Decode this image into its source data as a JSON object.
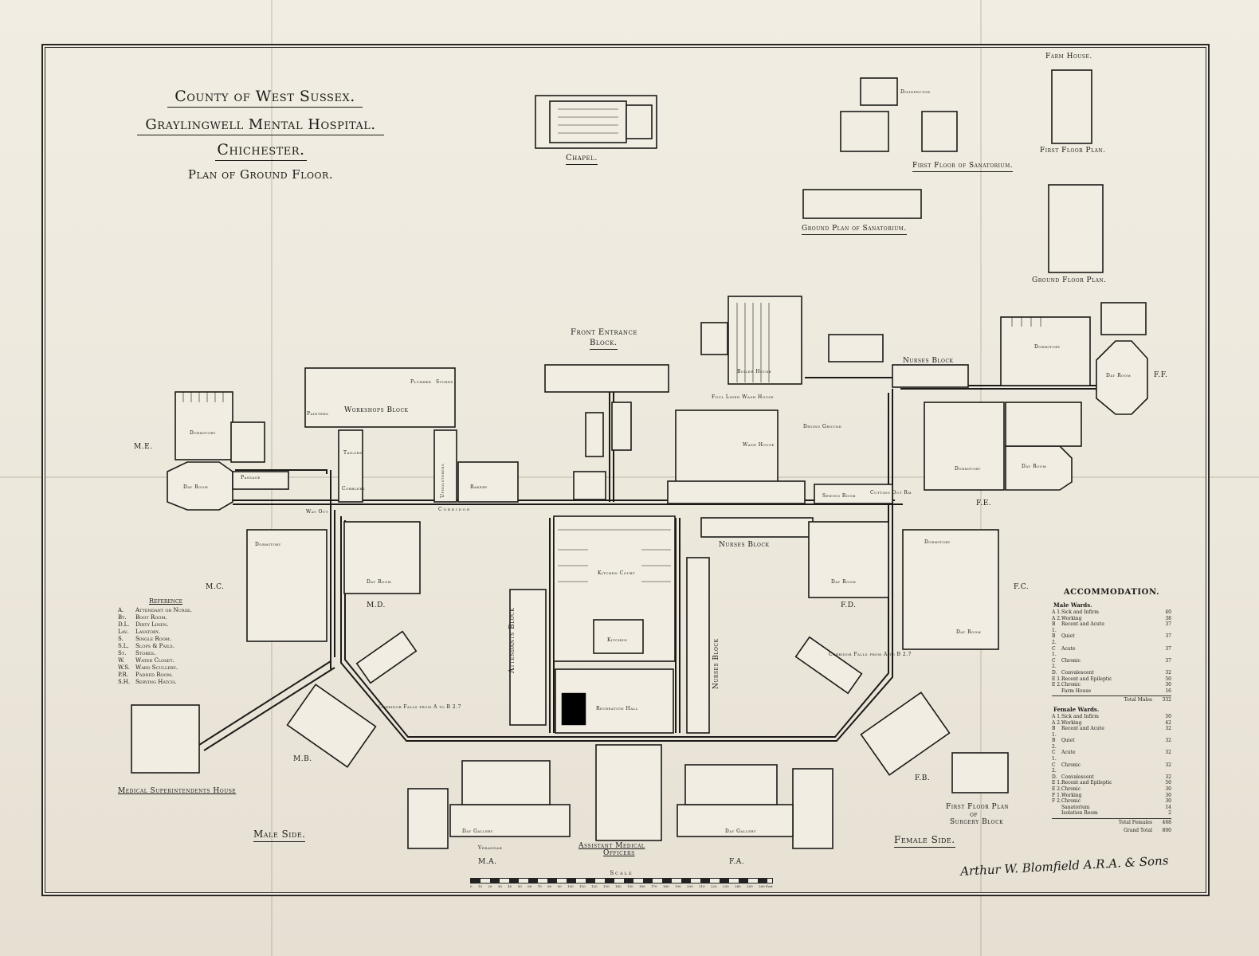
{
  "heading": {
    "line1": "County of West Sussex.",
    "line2": "Graylingwell Mental Hospital.",
    "line3": "Chichester.",
    "line4": "Plan of Ground Floor."
  },
  "ancillary": {
    "chapel": "Chapel.",
    "sanatorium_first": "First Floor of Sanatorium.",
    "sanatorium_ground": "Ground Plan of Sanatorium.",
    "disinfector": "Disinfector",
    "farm_house": "Farm House.",
    "farm_first": "First Floor Plan.",
    "farm_ground": "Ground Floor Plan.",
    "surgery_first_l1": "First Floor Plan",
    "surgery_first_l2": "of",
    "surgery_first_l3": "Surgery Block"
  },
  "blocks": {
    "front_entrance_l1": "Front Entrance",
    "front_entrance_l2": "Block.",
    "workshops": "Workshops Block",
    "nurses_top": "Nurses Block",
    "nurses_mid": "Nurses Block",
    "nurses_vert": "Nurses Block",
    "attendants": "Attendants Block",
    "kitchen_court": "Kitchen Court",
    "kitchen": "Kitchen",
    "recreation_hall": "Recreation Hall",
    "boiler_house": "Boiler House",
    "drying_ground": "Drying Ground",
    "wash_house": "Wash House",
    "laundry": "Foul Linen Wash House",
    "medical_house": "Medical Superintendents House",
    "asst_medical_l1": "Assistant Medical",
    "asst_medical_l2": "Officers",
    "corridor": "Corridor",
    "corridor_falls_1": "Corridor Falls from A to B 2.7",
    "corridor_falls_2": "Corridor Falls from A to B 2.7",
    "sewing_room": "Sewing Room",
    "cutting_out": "Cutting Out Rm",
    "tailors": "Tailors",
    "cobblers": "Cobblers",
    "upholsterers": "Upholsterers",
    "bakery": "Bakery",
    "painters": "Painters",
    "plumber": "Plumber",
    "stores": "Stores",
    "verandah": "Verandah"
  },
  "wards": {
    "me": "M.E.",
    "mc": "M.C.",
    "md": "M.D.",
    "mb": "M.B.",
    "ma": "M.A.",
    "fa": "F.A.",
    "fb": "F.B.",
    "fc": "F.C.",
    "fd": "F.D.",
    "fe": "F.E.",
    "ff": "F.F."
  },
  "rooms": {
    "dormitory": "Dormitory",
    "day_room": "Day Room",
    "day_gallery": "Day Gallery",
    "passage": "Passage",
    "way_out": "Way Out"
  },
  "sides": {
    "male": "Male Side.",
    "female": "Female Side."
  },
  "reference": {
    "heading": "Reference",
    "items": [
      {
        "key": "A.",
        "desc": "Attendant or Nurse."
      },
      {
        "key": "Bt.",
        "desc": "Boot Room."
      },
      {
        "key": "D.L.",
        "desc": "Dirty Linen."
      },
      {
        "key": "Lav.",
        "desc": "Lavatory."
      },
      {
        "key": "S.",
        "desc": "Single Room."
      },
      {
        "key": "S.L.",
        "desc": "Slops & Pails."
      },
      {
        "key": "St.",
        "desc": "Stores."
      },
      {
        "key": "W.",
        "desc": "Water Closet."
      },
      {
        "key": "W.S.",
        "desc": "Ward Scullery."
      },
      {
        "key": "P.R.",
        "desc": "Padded Room."
      },
      {
        "key": "S.H.",
        "desc": "Serving Hatch."
      }
    ]
  },
  "accommodation": {
    "heading": "ACCOMMODATION.",
    "male_heading": "Male Wards.",
    "male": [
      {
        "code": "A 1.",
        "name": "Sick and Infirm",
        "value": "40"
      },
      {
        "code": "A 2.",
        "name": "Working",
        "value": "38"
      },
      {
        "code": "B 1.",
        "name": "Recent and Acute",
        "value": "37"
      },
      {
        "code": "B 2.",
        "name": "Quiet",
        "value": "37"
      },
      {
        "code": "C 1.",
        "name": "Acute",
        "value": "37"
      },
      {
        "code": "C 2.",
        "name": "Chronic",
        "value": "37"
      },
      {
        "code": "D.",
        "name": "Convalescent",
        "value": "32"
      },
      {
        "code": "E 1.",
        "name": "Recent and Epileptic",
        "value": "50"
      },
      {
        "code": "E 2.",
        "name": "Chronic",
        "value": "30"
      },
      {
        "code": "",
        "name": "Farm House",
        "value": "16"
      }
    ],
    "male_total_label": "Total Males",
    "male_total": "332",
    "female_heading": "Female Wards.",
    "female": [
      {
        "code": "A 1.",
        "name": "Sick and Infirm",
        "value": "50"
      },
      {
        "code": "A 2.",
        "name": "Working",
        "value": "42"
      },
      {
        "code": "B 1.",
        "name": "Recent and Acute",
        "value": "32"
      },
      {
        "code": "B 2.",
        "name": "Quiet",
        "value": "32"
      },
      {
        "code": "C 1.",
        "name": "Acute",
        "value": "32"
      },
      {
        "code": "C 2.",
        "name": "Chronic",
        "value": "32"
      },
      {
        "code": "D.",
        "name": "Convalescent",
        "value": "32"
      },
      {
        "code": "E 1.",
        "name": "Recent and Epileptic",
        "value": "50"
      },
      {
        "code": "E 2.",
        "name": "Chronic",
        "value": "30"
      },
      {
        "code": "F 1.",
        "name": "Working",
        "value": "30"
      },
      {
        "code": "F 2.",
        "name": "Chronic",
        "value": "30"
      },
      {
        "code": "",
        "name": "Sanatorium",
        "value": "14"
      },
      {
        "code": "",
        "name": "Isolation Room",
        "value": "2"
      }
    ],
    "female_total_label": "Total Females",
    "female_total": "468",
    "grand_total_label": "Grand Total",
    "grand_total": "800"
  },
  "scale": {
    "caption": "Scale",
    "ticks": [
      "0",
      "10",
      "20",
      "30",
      "40",
      "50",
      "60",
      "70",
      "80",
      "90",
      "100",
      "110",
      "120",
      "130",
      "140",
      "150",
      "160",
      "170",
      "180",
      "190",
      "200",
      "210",
      "220",
      "230",
      "240",
      "250",
      "260 Feet"
    ]
  },
  "signature": "Arthur W. Blomfield A.R.A. & Sons",
  "colors": {
    "paper": "#f1ede3",
    "ink": "#1c1a18"
  }
}
